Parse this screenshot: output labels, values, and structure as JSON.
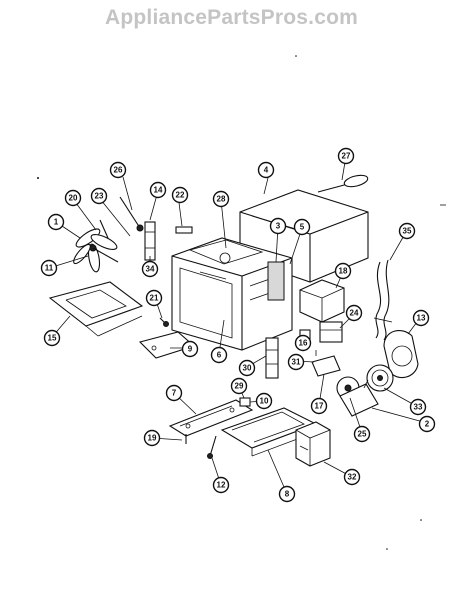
{
  "watermark": "AppliancePartsPros.com",
  "callouts": [
    "1",
    "2",
    "3",
    "4",
    "5",
    "6",
    "7",
    "8",
    "9",
    "10",
    "11",
    "12",
    "13",
    "14",
    "15",
    "16",
    "17",
    "18",
    "19",
    "20",
    "21",
    "22",
    "23",
    "24",
    "25",
    "26",
    "27",
    "28",
    "29",
    "30",
    "31",
    "32",
    "33",
    "34",
    "35"
  ]
}
